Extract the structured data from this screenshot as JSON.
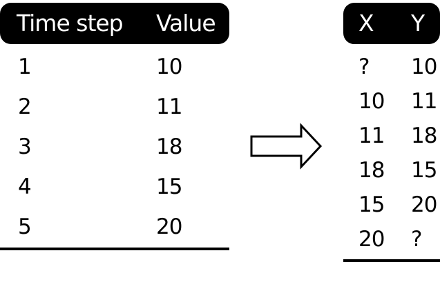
{
  "left_table": {
    "headers": [
      "Time step",
      "Value"
    ],
    "rows": [
      [
        "1",
        "10"
      ],
      [
        "2",
        "11"
      ],
      [
        "3",
        "18"
      ],
      [
        "4",
        "15"
      ],
      [
        "5",
        "20"
      ]
    ]
  },
  "right_table": {
    "headers": [
      "X",
      "Y"
    ],
    "rows": [
      [
        "?",
        "10"
      ],
      [
        "10",
        "11"
      ],
      [
        "11",
        "18"
      ],
      [
        "18",
        "15"
      ],
      [
        "15",
        "20"
      ],
      [
        "20",
        "?"
      ]
    ]
  },
  "colors": {
    "header_bg": "#000000",
    "header_text": "#ffffff",
    "text": "#000000"
  },
  "icons": {
    "transform_arrow": "right-arrow-icon"
  }
}
